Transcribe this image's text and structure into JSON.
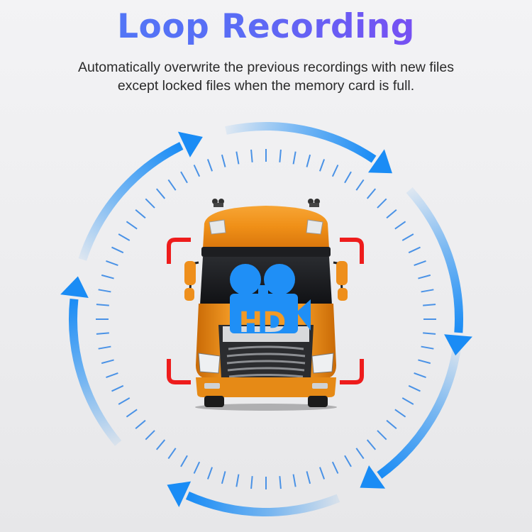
{
  "header": {
    "title": "Loop Recording",
    "description_lines": [
      "Automatically overwrite the previous recordings with new files",
      "except locked files when the memory card is full."
    ]
  },
  "illustration": {
    "subject": "orange semi-truck front view",
    "badge": "HD",
    "badge_icon": "video-camera-icon",
    "frame_icon": "viewfinder-corners",
    "ring": {
      "arrow_segments": 6,
      "direction": "clockwise",
      "tick_count": 72
    }
  },
  "colors": {
    "title_gradient_start": "#4b7ff8",
    "title_gradient_end": "#8a3df1",
    "arrow_blue": "#1a8cf5",
    "tick_blue": "#4a92e6",
    "viewfinder_red": "#ee1c1c",
    "truck_orange": "#f0921e",
    "hd_icon_blue": "#1f8ff6",
    "text_dark": "#2a2a2a",
    "background": "#efeff1"
  }
}
